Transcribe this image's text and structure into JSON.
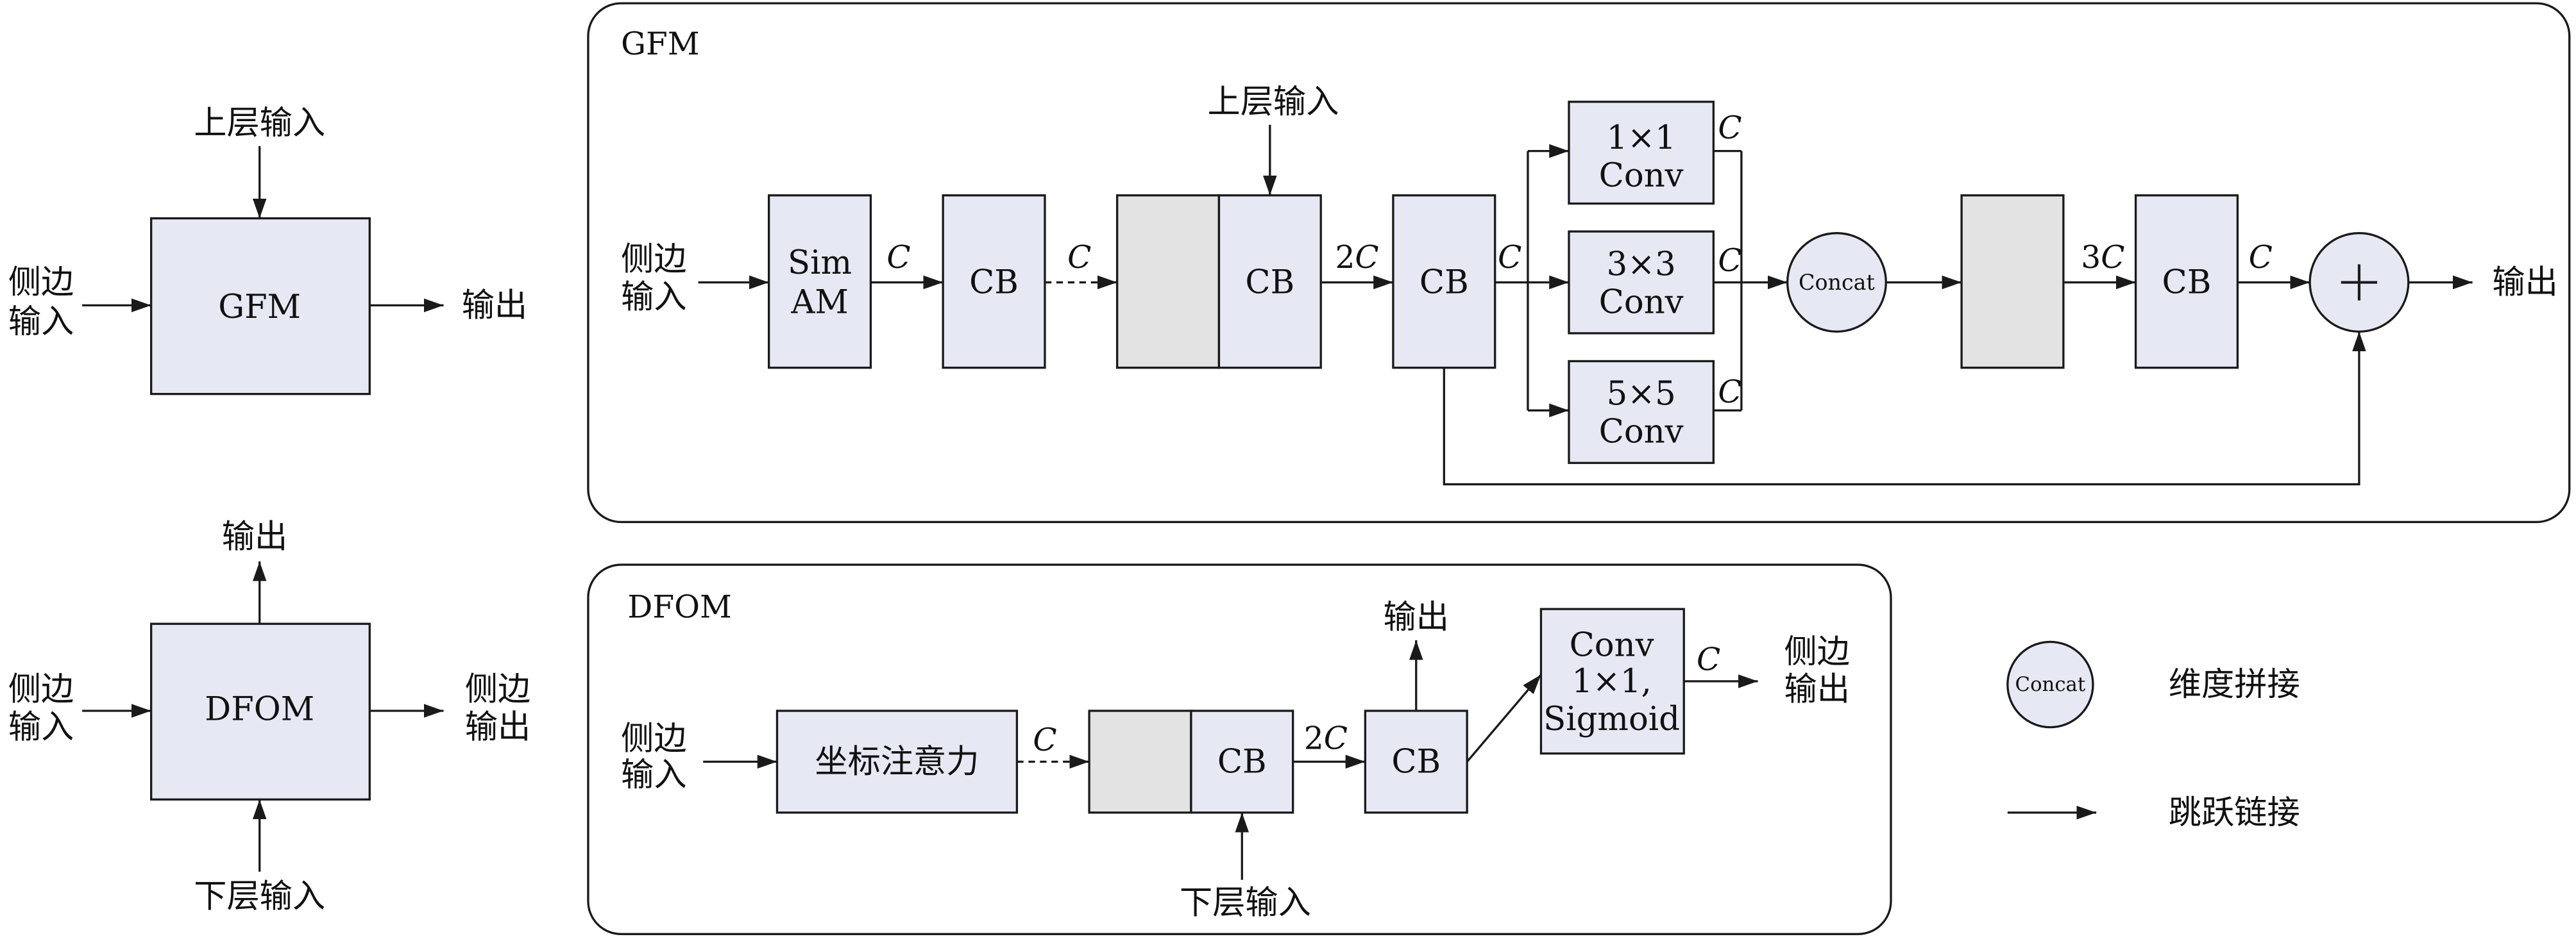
{
  "colors": {
    "block_fill": "#e6e9f3",
    "gray_fill": "#e3e3e3",
    "stroke": "#1a1a1a"
  },
  "summary_gfm": {
    "block": "GFM",
    "top_input": "上层输入",
    "side_input": [
      "侧边",
      "输入"
    ],
    "output": "输出"
  },
  "summary_dfom": {
    "block": "DFOM",
    "top_output": "输出",
    "side_input": [
      "侧边",
      "输入"
    ],
    "side_output": [
      "侧边",
      "输出"
    ],
    "bottom_input": "下层输入"
  },
  "gfm_panel": {
    "title": "GFM",
    "side_input": [
      "侧边",
      "输入"
    ],
    "simam": [
      "Sim",
      "AM"
    ],
    "cb": [
      "CB",
      "CB",
      "CB",
      "CB"
    ],
    "upper_input": "上层输入",
    "conv_1x1": [
      "1×1",
      "Conv"
    ],
    "conv_3x3": [
      "3×3",
      "Conv"
    ],
    "conv_5x5": [
      "5×5",
      "Conv"
    ],
    "concat": "Concat",
    "output": "输出",
    "channels": [
      {
        "coef": "",
        "sym": "C"
      },
      {
        "coef": "",
        "sym": "C"
      },
      {
        "coef": "2",
        "sym": "C"
      },
      {
        "coef": "",
        "sym": "C"
      },
      {
        "coef": "",
        "sym": "C"
      },
      {
        "coef": "",
        "sym": "C"
      },
      {
        "coef": "",
        "sym": "C"
      },
      {
        "coef": "3",
        "sym": "C"
      },
      {
        "coef": "",
        "sym": "C"
      }
    ]
  },
  "dfom_panel": {
    "title": "DFOM",
    "side_input": [
      "侧边",
      "输入"
    ],
    "coord_attention": "坐标注意力",
    "cb": [
      "CB",
      "CB"
    ],
    "lower_input": "下层输入",
    "output": "输出",
    "conv_sigmoid": [
      "Conv",
      "1×1,",
      "Sigmoid"
    ],
    "side_output": [
      "侧边",
      "输出"
    ],
    "channels": [
      {
        "coef": "",
        "sym": "C"
      },
      {
        "coef": "2",
        "sym": "C"
      },
      {
        "coef": "",
        "sym": "C"
      }
    ]
  },
  "legend": {
    "concat_symbol": "Concat",
    "concat_meaning": "维度拼接",
    "skip_meaning": "跳跃链接"
  }
}
